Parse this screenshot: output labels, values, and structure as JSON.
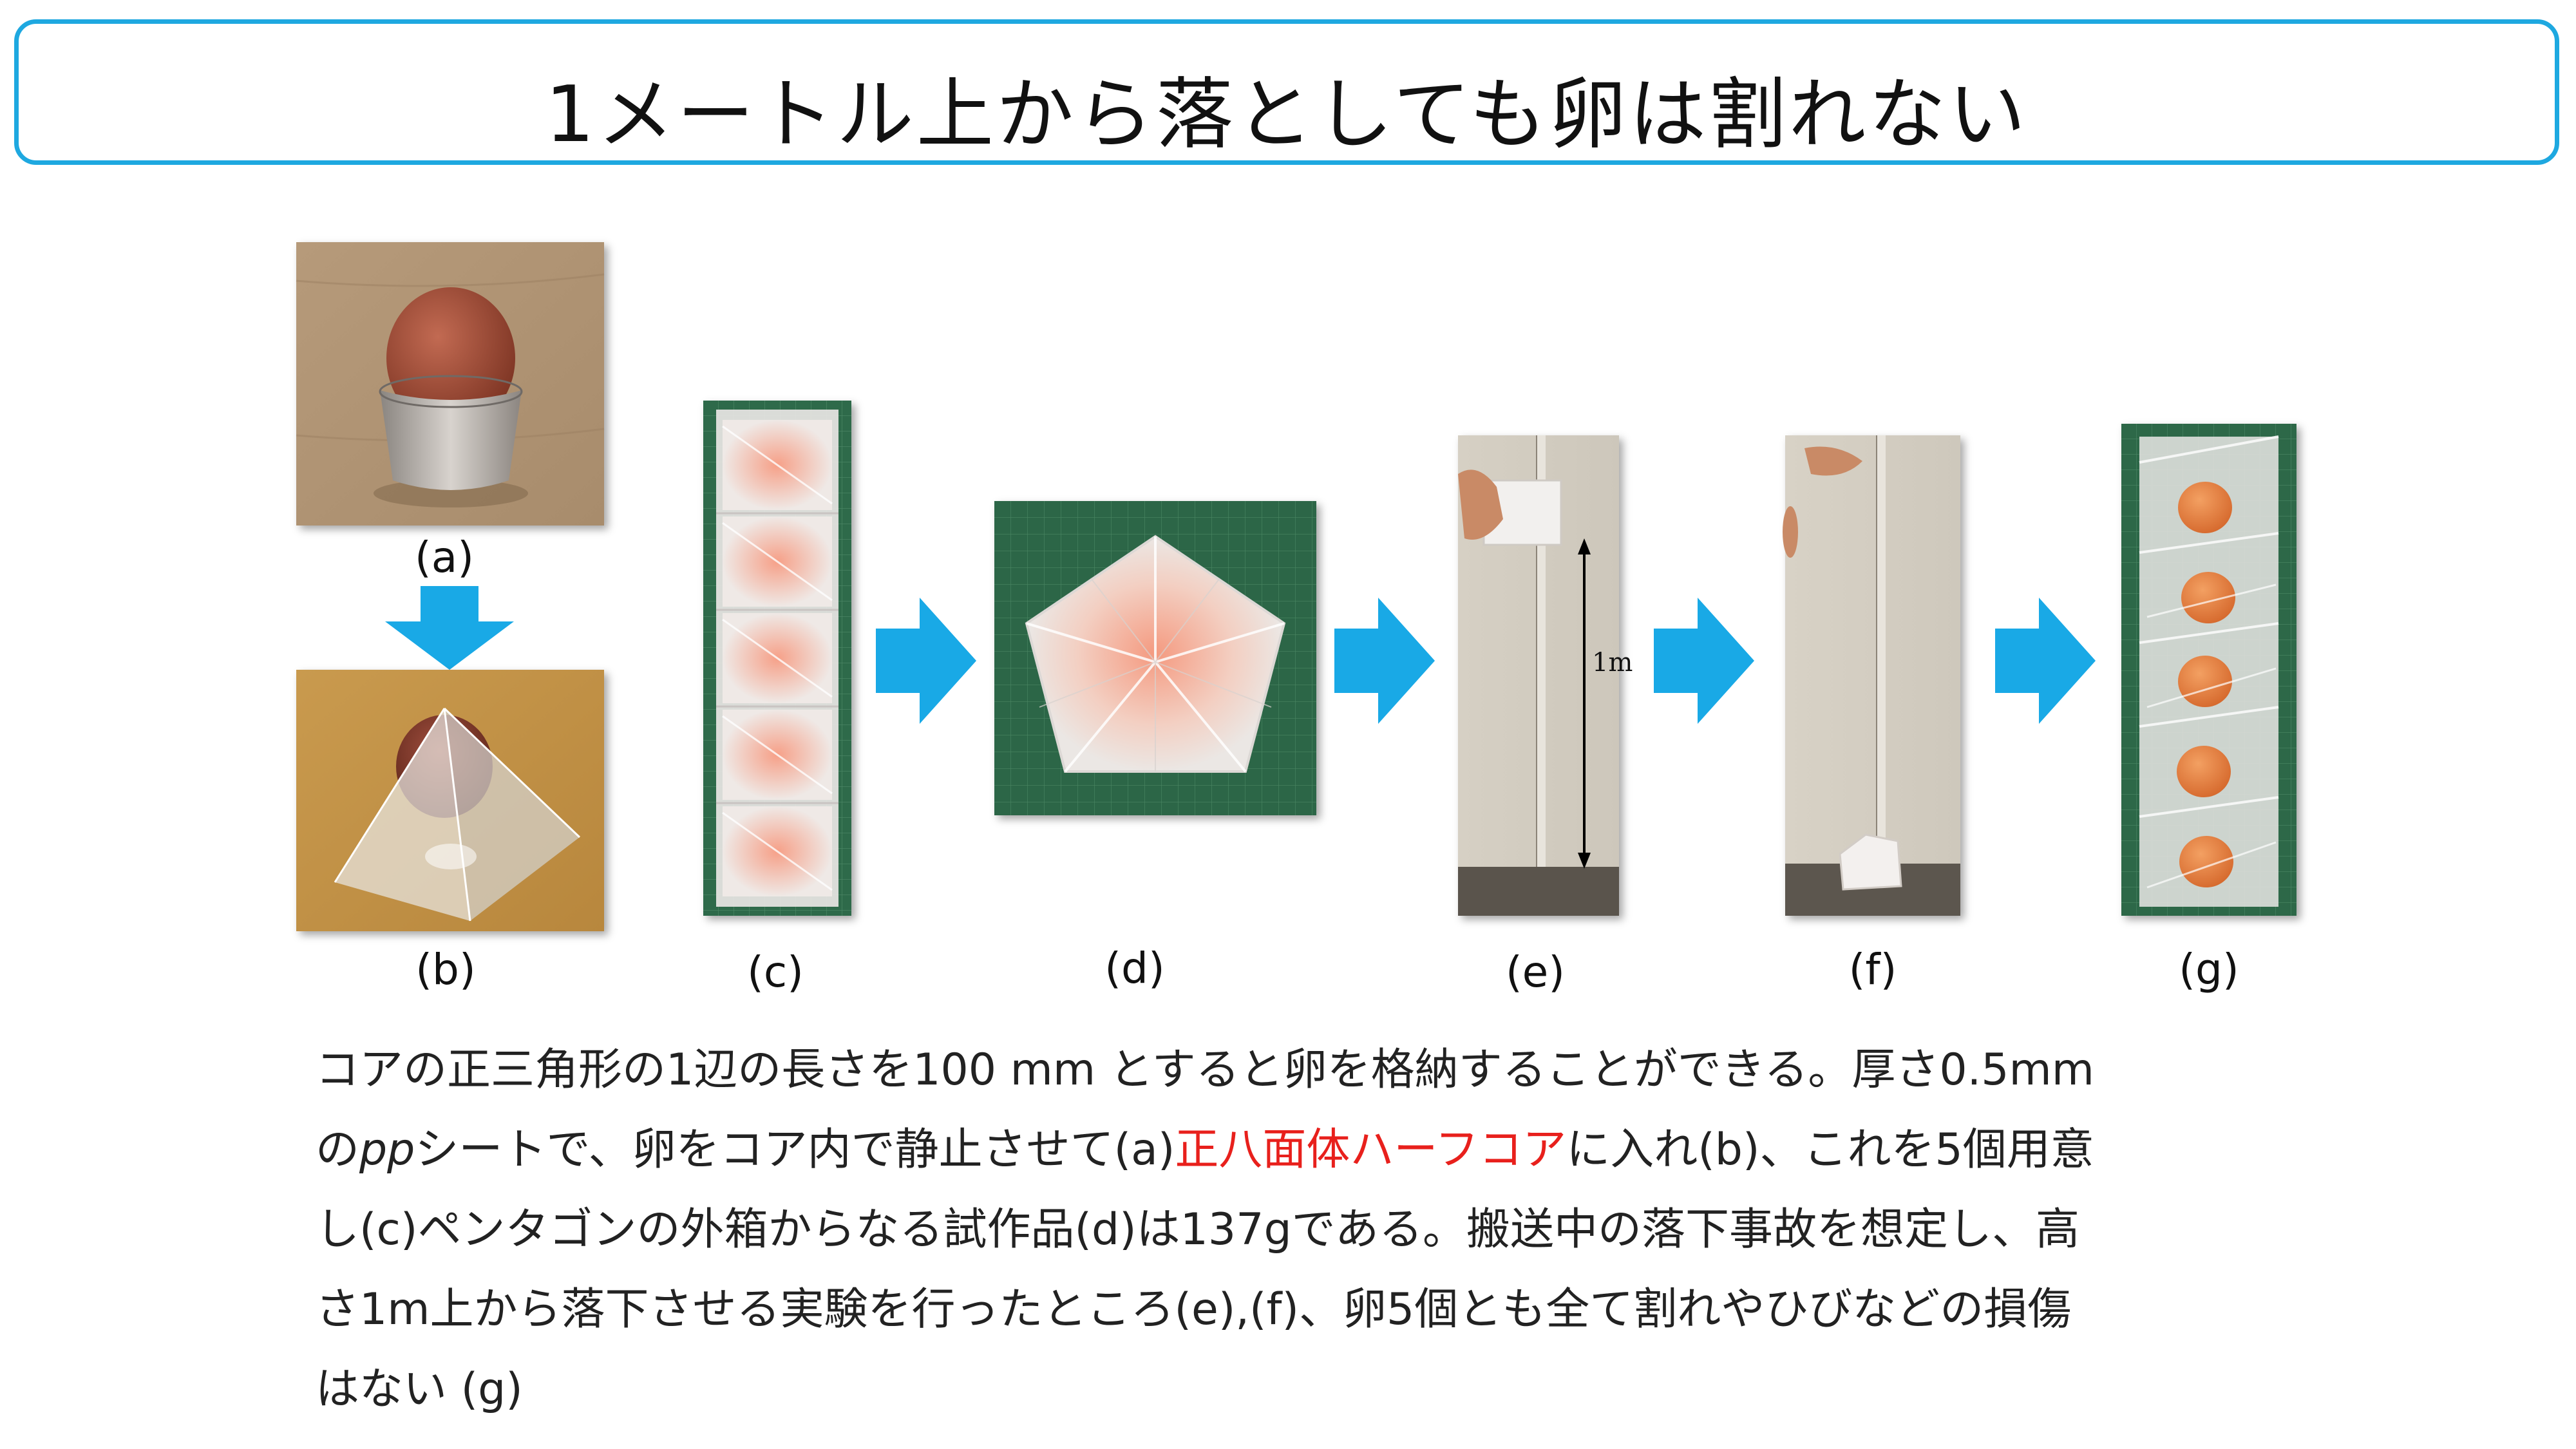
{
  "title": "1メートル上から落としても卵は割れない",
  "captions": {
    "a": "(a)",
    "b": "(b)",
    "c": "(c)",
    "d": "(d)",
    "e": "(e)",
    "f": "(f)",
    "g": "(g)"
  },
  "photo_e_label": "1m",
  "description": {
    "line1": "コアの正三角形の1辺の長さを100 mm とすると卵を格納することができる。厚さ0.5mm",
    "line2_pre": "の",
    "line2_italic": "pp",
    "line2_mid": "シートで、卵をコア内で静止させて(a)",
    "line2_highlight": "正八面体ハーフコア",
    "line2_post": "に入れ(b)、これを5個用意",
    "line3": "し(c)ペンタゴンの外箱からなる試作品(d)は137gである。搬送中の落下事故を想定し、高",
    "line4": "さ1m上から落下させる実験を行ったところ(e),(f)、卵5個とも全て割れやひびなどの損傷",
    "line5": "はない (g)"
  },
  "colors": {
    "title_border": "#1ea8e0",
    "arrow": "#19a9e6",
    "highlight": "#e8201c"
  }
}
